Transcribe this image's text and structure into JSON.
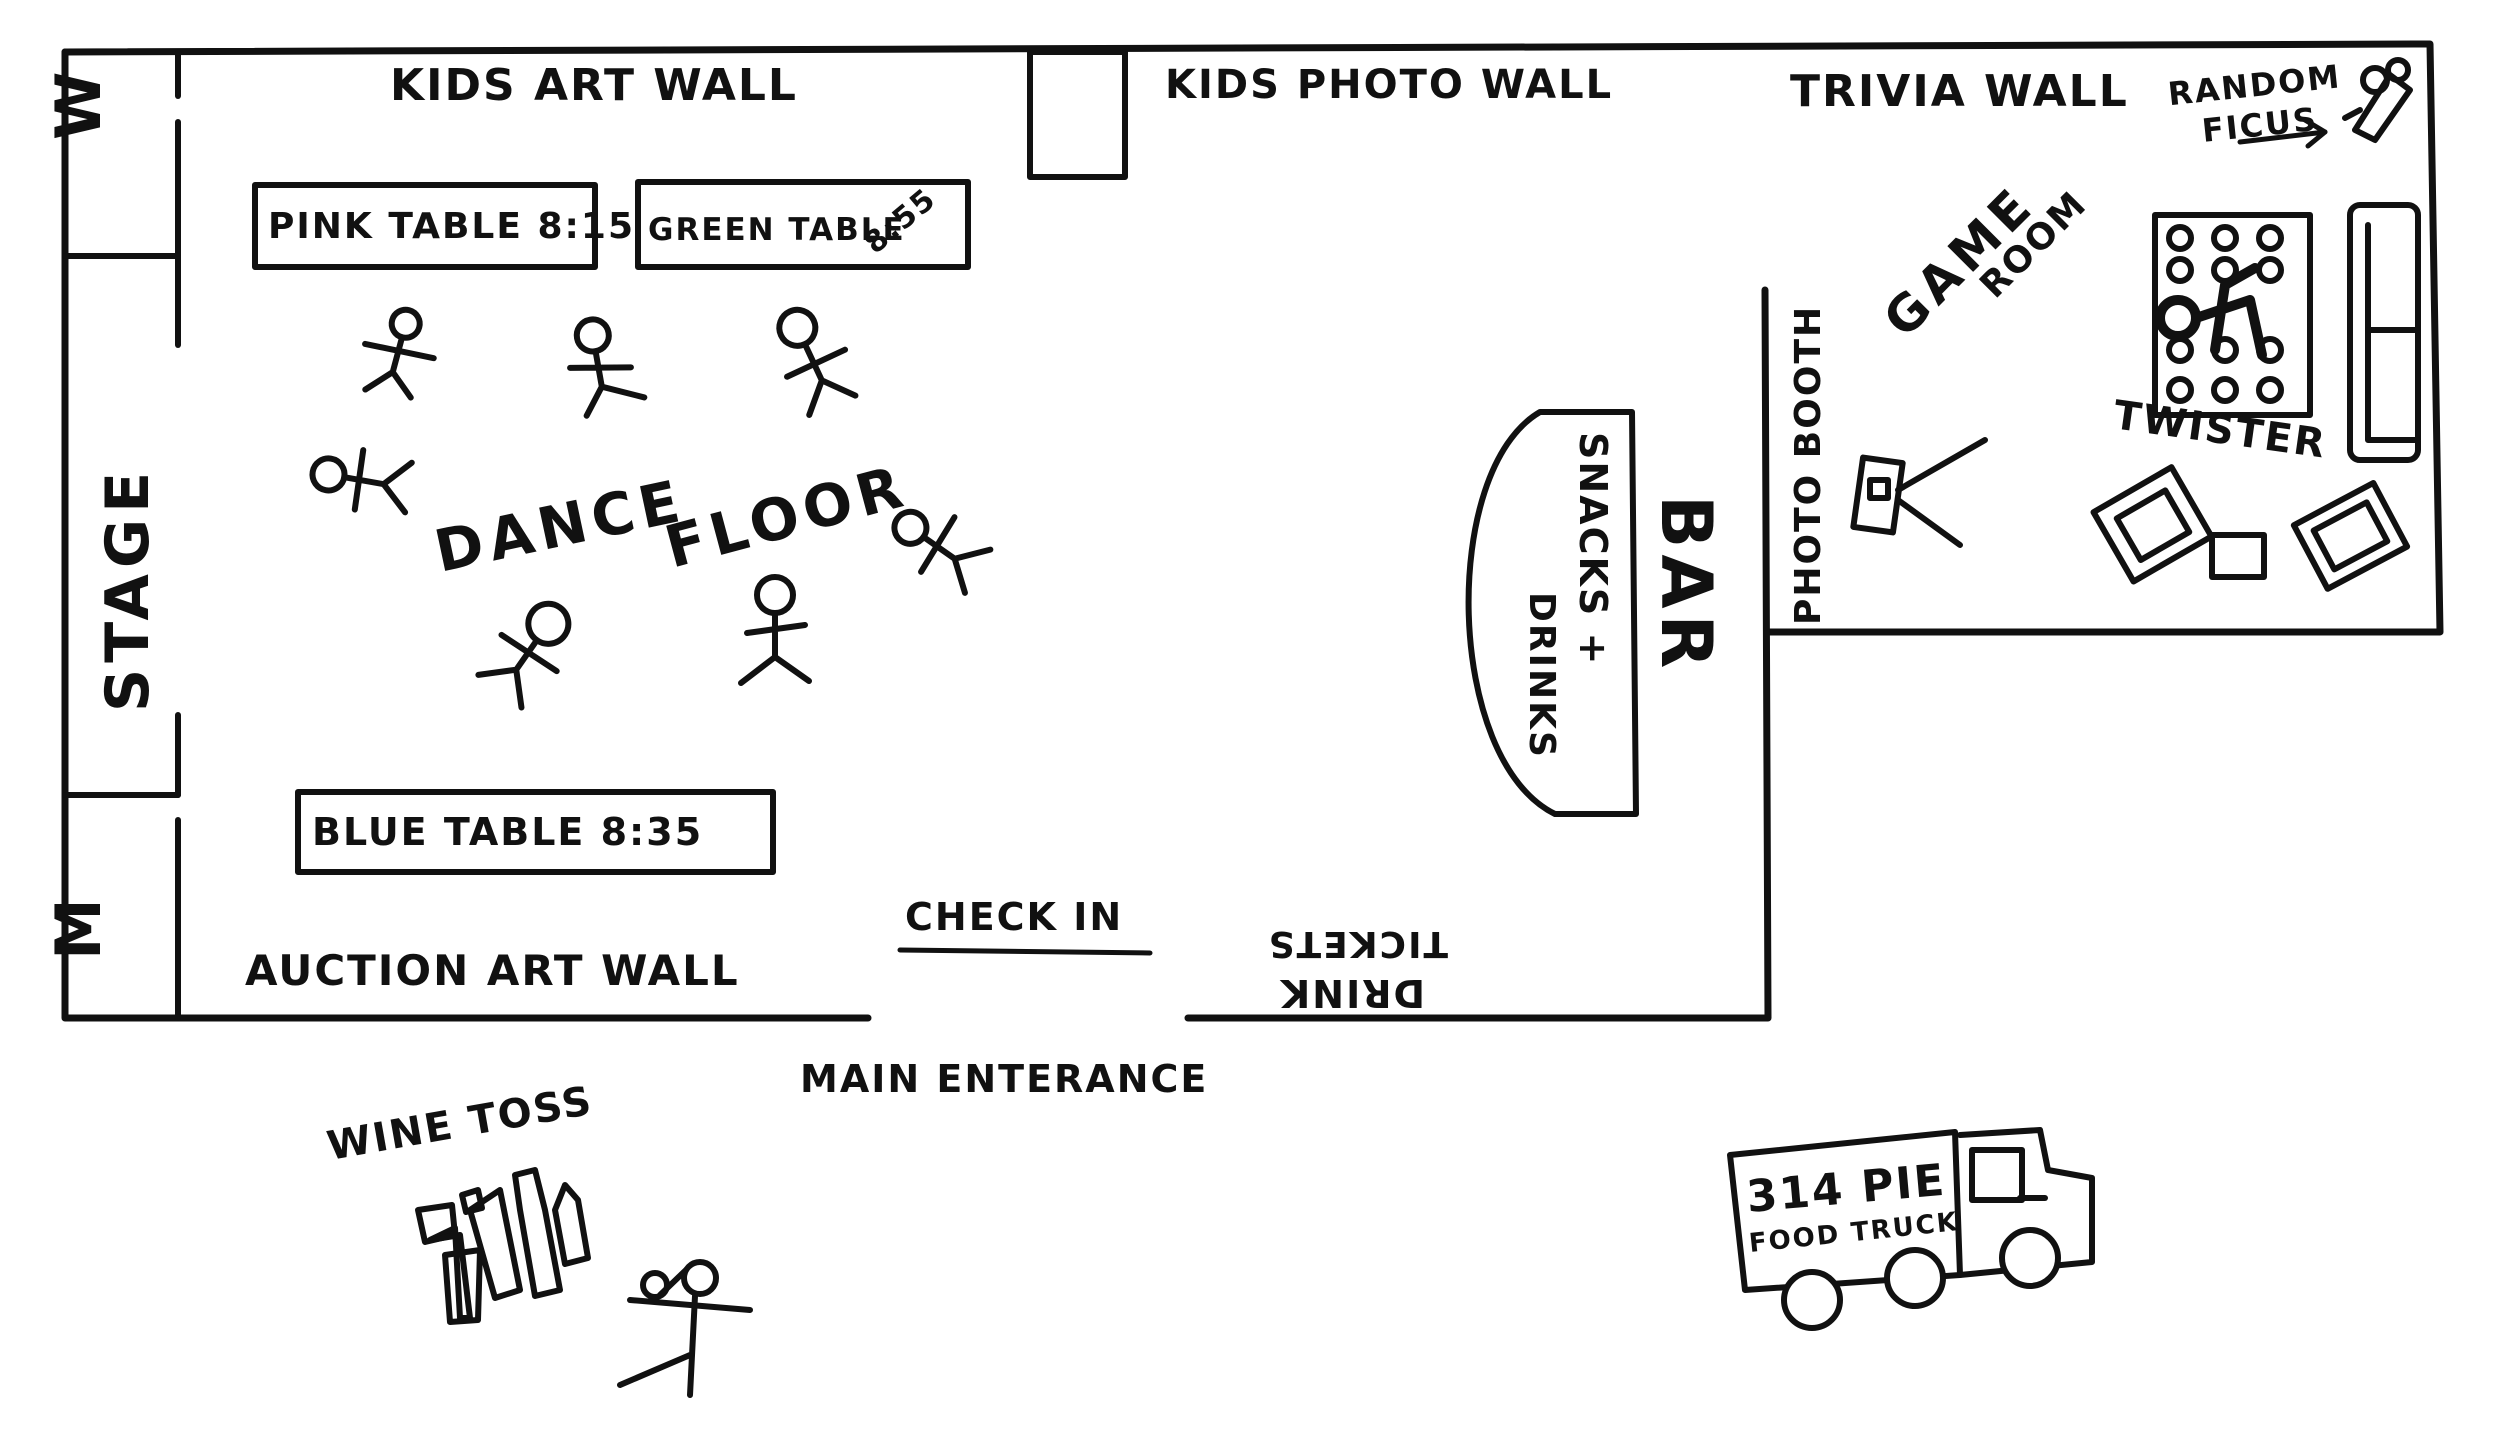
{
  "labels": {
    "kids_art_wall": "KIDS ART WALL",
    "kids_photo_wall": "KIDS PHOTO WALL",
    "trivia_wall": "TRIVIA WALL",
    "random": "RANDOM",
    "ficus": "FICUS",
    "game": "GAME",
    "room": "ROOM",
    "twister": "TWISTER",
    "photo_booth": "PHOTO BOOTH",
    "pink_table": "PINK TABLE 8:15",
    "green_table": "GREEN TABLE",
    "green_table_time": "8:55",
    "blue_table": "BLUE TABLE  8:35",
    "stage": "STAGE",
    "wc_men": "M",
    "wc_women": "W",
    "dance": "DANCE",
    "floor": "FLOOR",
    "snacks": "SNACKS +",
    "drinks": "DRINKS",
    "bar": "BAR",
    "check_in": "CHECK IN",
    "drink": "DRINK",
    "tickets": "TICKETS",
    "auction_art_wall": "AUCTION ART WALL",
    "main_entrance": "MAIN ENTERANCE",
    "wine_toss": "WINE TOSS",
    "truck_name": "314 PIE",
    "truck_sub": "FOOD TRUCK"
  },
  "icons": [
    "stick-figure-icon",
    "ficus-plant-icon",
    "camera-icon",
    "wine-bottle-icon",
    "food-truck-icon",
    "twister-mat-icon",
    "sofa-icon",
    "armchair-icon"
  ],
  "colors": {
    "ink": "#111111",
    "paper": "#ffffff"
  }
}
